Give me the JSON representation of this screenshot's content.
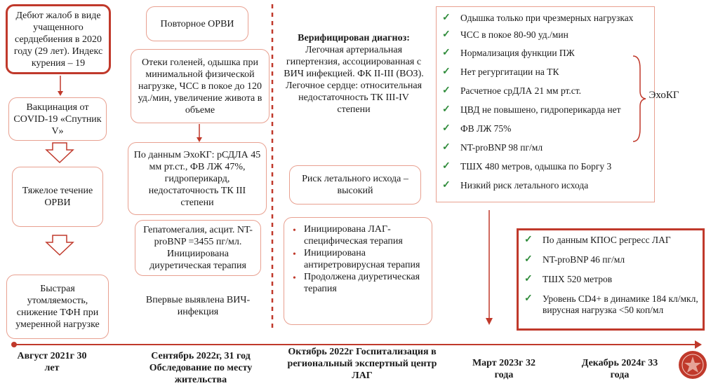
{
  "col1": {
    "box1": "Дебют жалоб в виде учащенного сердцебиения в 2020 году (29 лет). Индекс курения – 19",
    "box2": "Вакцинация от COVID-19 «Спутник V»",
    "box3": "Тяжелое течение ОРВИ",
    "box4": "Быстрая утомляемость, снижение ТФН при умеренной нагрузке"
  },
  "col2": {
    "box1": "Повторное ОРВИ",
    "box2": "Отеки голеней, одышка при минимальной физической нагрузке, ЧСС в покое до 120 уд./мин, увеличение живота в объеме",
    "box3": "По данным ЭхоКГ: рСДЛА 45 мм рт.ст., ФВ ЛЖ 47%, гидроперикард, недостаточность ТК III степени",
    "box4": "Гепатомегалия, асцит. NT-proBNP =3455 пг/мл. Инициирована диуретическая терапия",
    "note": "Впервые выявлена ВИЧ-инфекция"
  },
  "col3": {
    "diag_head": "Верифицирован диагноз:",
    "diag_body": "Легочная артериальная гипертензия, ассоциированная с ВИЧ инфекцией. ФК II-III (ВОЗ). Легочное сердце: относительная недостаточность ТК III-IV степени",
    "risk": "Риск летального исхода – высокий",
    "therapy": [
      "Инициирована ЛАГ-специфическая терапия",
      "Инициирована антиретровирусная терапия",
      "Продолжена диуретическая терапия"
    ]
  },
  "col4": {
    "checks": [
      "Одышка только при чрезмерных нагрузках",
      "ЧСС в покое 80-90 уд./мин",
      "Нормализация функции ПЖ",
      "Нет регургитации на ТК",
      "Расчетное срДЛА 21 мм рт.ст.",
      "ЦВД не повышено, гидроперикарда нет",
      "ФВ ЛЖ 75%",
      "NT-proBNP 98 пг/мл",
      "ТШХ 480 метров, одышка по Боргу 3",
      "Низкий риск летального исхода"
    ],
    "brace_label": "ЭхоКГ",
    "final_checks": [
      "По данным КПОС регресс ЛАГ",
      "NT-proBNP 46 пг/мл",
      "ТШХ 520 метров",
      "Уровень CD4+ в динамике 184 кл/мкл, вирусная нагрузка <50 коп/мл"
    ]
  },
  "timeline": {
    "t1": "Август 2021г 30 лет",
    "t2": "Сентябрь 2022г, 31 год Обследование по месту жительства",
    "t3": "Октябрь 2022г Госпитализация в региональный экспертный центр ЛАГ",
    "t4": "Март 2023г 32 года",
    "t5": "Декабрь 2024г 33 года"
  },
  "colors": {
    "accent": "#c0392b",
    "box_border": "#e8a090",
    "check": "#2e8b3a"
  }
}
